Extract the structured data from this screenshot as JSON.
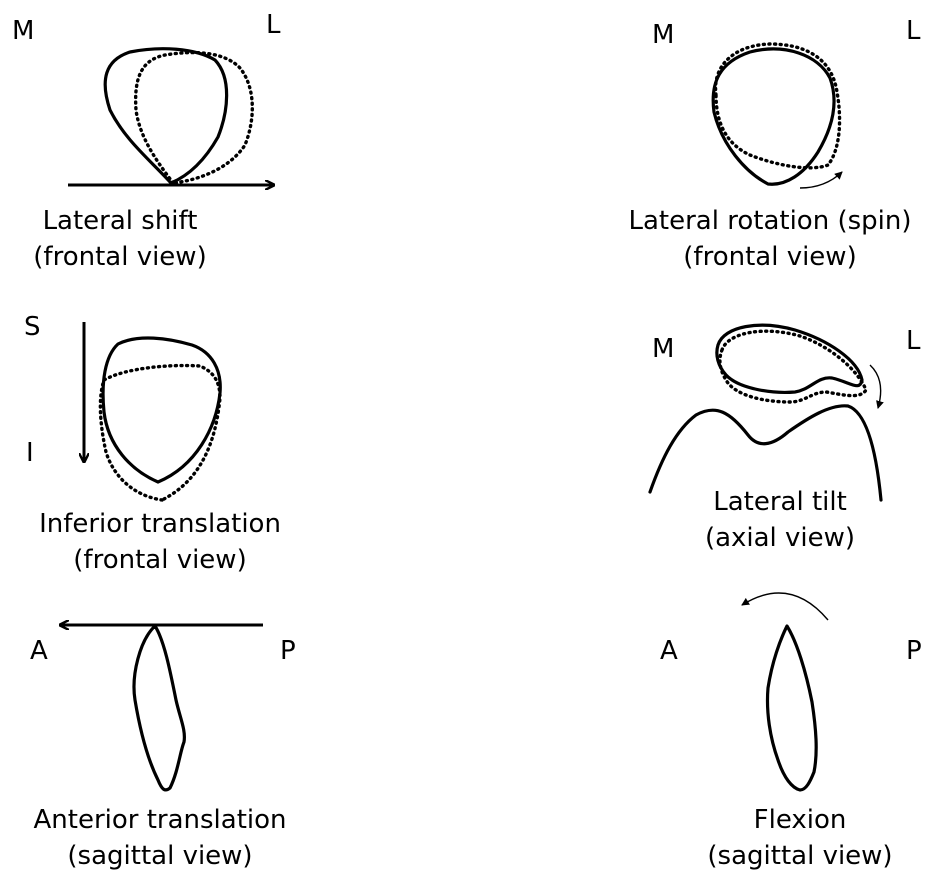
{
  "panels": {
    "lateral_shift": {
      "left_letter": "M",
      "right_letter": "L",
      "caption_line1": "Lateral shift",
      "caption_line2": "(frontal view)"
    },
    "lateral_rotation": {
      "left_letter": "M",
      "right_letter": "L",
      "caption_line1": "Lateral rotation (spin)",
      "caption_line2": "(frontal view)"
    },
    "inferior_translation": {
      "top_letter": "S",
      "bottom_letter": "I",
      "caption_line1": "Inferior translation",
      "caption_line2": "(frontal view)"
    },
    "lateral_tilt": {
      "left_letter": "M",
      "right_letter": "L",
      "caption_line1": "Lateral tilt",
      "caption_line2": "(axial view)"
    },
    "anterior_translation": {
      "left_letter": "A",
      "right_letter": "P",
      "caption_line1": "Anterior translation",
      "caption_line2": "(sagittal view)"
    },
    "flexion": {
      "left_letter": "A",
      "right_letter": "P",
      "caption_line1": "Flexion",
      "caption_line2": "(sagittal view)"
    }
  }
}
